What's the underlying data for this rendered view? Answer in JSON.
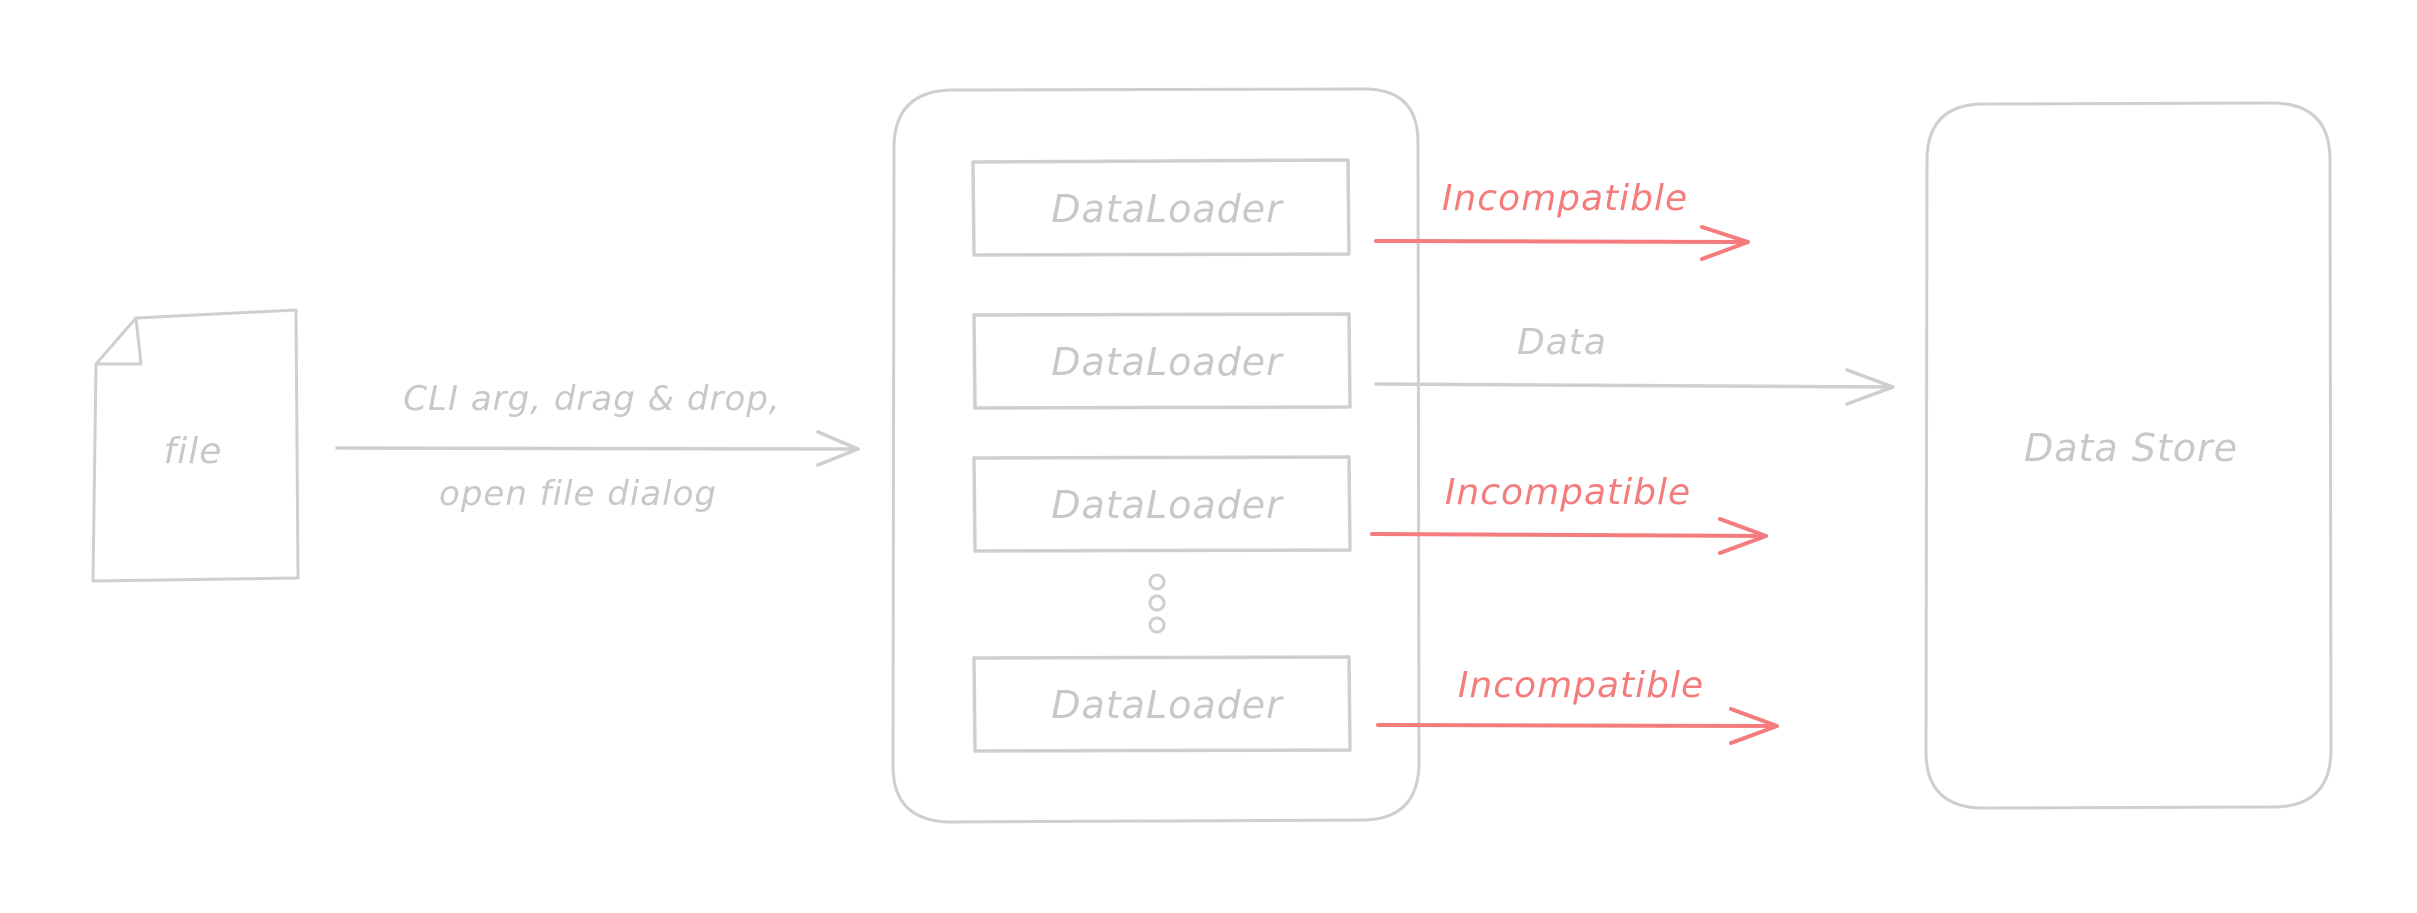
{
  "file": {
    "label": "file"
  },
  "input_edge": {
    "line1": "CLI arg, drag & drop,",
    "line2": "open file dialog"
  },
  "loaders": [
    {
      "label": "DataLoader",
      "outcome": "Incompatible"
    },
    {
      "label": "DataLoader",
      "outcome": "Data"
    },
    {
      "label": "DataLoader",
      "outcome": "Incompatible"
    },
    {
      "label": "DataLoader",
      "outcome": "Incompatible"
    }
  ],
  "store": {
    "label": "Data Store"
  },
  "colors": {
    "sketch_gray": "#cfcfcf",
    "text_gray": "#c8c8c8",
    "incompatible_red": "#f47c7c"
  }
}
